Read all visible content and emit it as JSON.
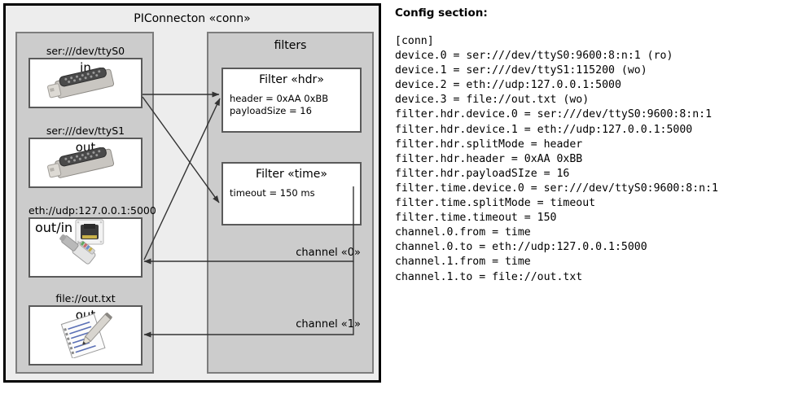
{
  "diagram": {
    "component_title": "PIConnecton «conn»",
    "devices_group": {
      "title": "",
      "items": [
        {
          "caption": "ser:///dev/ttyS0",
          "direction": "in",
          "icon": "serial-connector-icon"
        },
        {
          "caption": "ser:///dev/ttyS1",
          "direction": "out",
          "icon": "serial-connector-icon"
        },
        {
          "caption": "eth://udp:127.0.0.1:5000",
          "direction": "out/in",
          "icon": "ethernet-plug-icon"
        },
        {
          "caption": "file://out.txt",
          "direction": "out",
          "icon": "text-document-pencil-icon"
        }
      ]
    },
    "filters_group": {
      "title": "filters",
      "items": [
        {
          "title": "Filter «hdr»",
          "properties": [
            "header = 0xAA 0xBB",
            "payloadSize = 16"
          ]
        },
        {
          "title": "Filter «time»",
          "properties": [
            "timeout = 150 ms"
          ]
        }
      ]
    },
    "channels": [
      {
        "label": "channel «0»"
      },
      {
        "label": "channel «1»"
      }
    ]
  },
  "config": {
    "heading": "Config section:",
    "lines": [
      "[conn]",
      "device.0 = ser:///dev/ttyS0:9600:8:n:1 (ro)",
      "device.1 = ser:///dev/ttyS1:115200 (wo)",
      "device.2 = eth://udp:127.0.0.1:5000",
      "device.3 = file://out.txt (wo)",
      "filter.hdr.device.0 = ser:///dev/ttyS0:9600:8:n:1",
      "filter.hdr.device.1 = eth://udp:127.0.0.1:5000",
      "filter.hdr.splitMode = header",
      "filter.hdr.header = 0xAA 0xBB",
      "filter.hdr.payloadSIze = 16",
      "filter.time.device.0 = ser:///dev/ttyS0:9600:8:n:1",
      "filter.time.splitMode = timeout",
      "filter.time.timeout = 150",
      "channel.0.from = time",
      "channel.0.to = eth://udp:127.0.0.1:5000",
      "channel.1.from = time",
      "channel.1.to = file://out.txt"
    ]
  },
  "colors": {
    "panel_bg": "#ededed",
    "group_bg": "#cccccc",
    "card_bg": "#ffffff",
    "frame": "#000000",
    "group_border": "#7d7d7d",
    "card_border": "#5a5a5a",
    "line": "#333333"
  }
}
